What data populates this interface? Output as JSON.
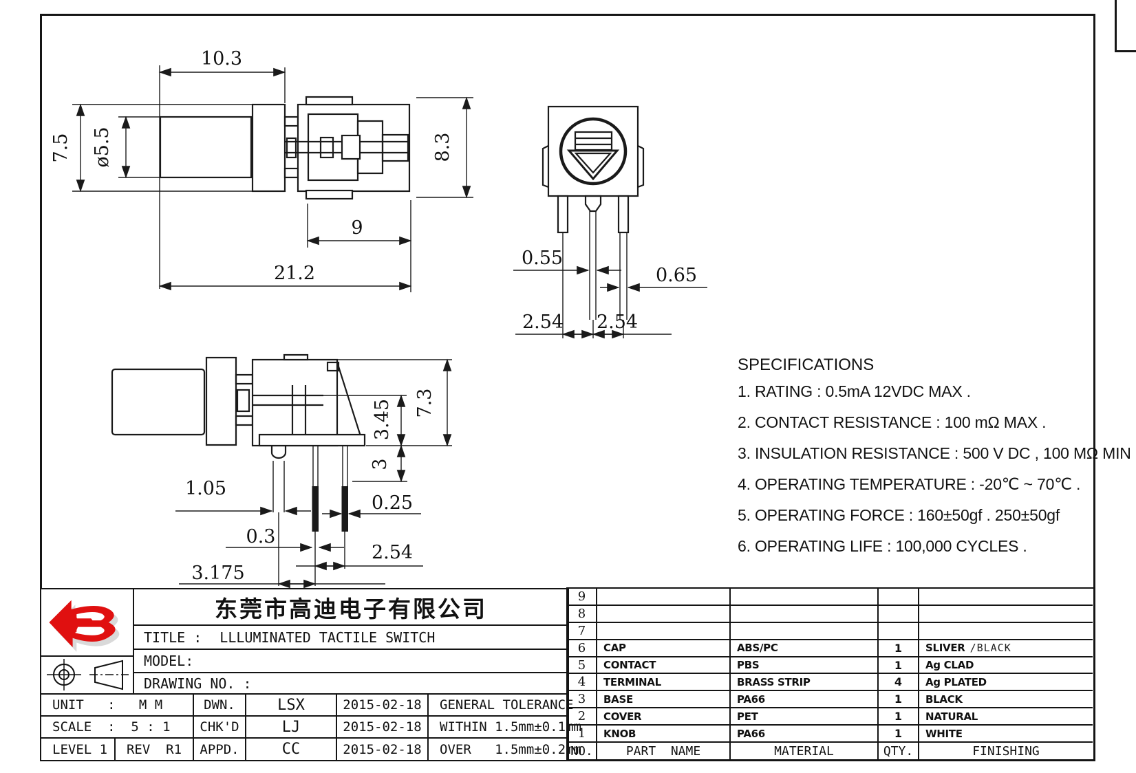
{
  "page": {
    "line_color": "#1a1a1a",
    "logo_color": "#e01010"
  },
  "views": {
    "side": {
      "cap_width": "10.3",
      "cap_flange_height": "7.5",
      "cap_diameter": "ø5.5",
      "body_height": "8.3",
      "body_width": "9",
      "overall_length": "21.2"
    },
    "front": {
      "mid_leg_width": "0.55",
      "right_leg_width": "0.65",
      "pitch_left": "2.54",
      "pitch_right": "2.54"
    },
    "bottom": {
      "led_width": "1.05",
      "leg2_width": "0.3",
      "led_pitch": "3.175",
      "leg3_width": "0.25",
      "leg_pitch": "2.54",
      "h_upper": "3.45",
      "h_lower": "3",
      "total_height": "7.3"
    }
  },
  "specifications": {
    "title": "SPECIFICATIONS",
    "items": [
      "1. RATING : 0.5mA 12VDC MAX .",
      "2. CONTACT RESISTANCE : 100 mΩ MAX .",
      "3. INSULATION RESISTANCE : 500 V DC , 100 MΩ MIN",
      "4. OPERATING TEMPERATURE : -20℃ ~ 70℃ .",
      "5. OPERATING FORCE : 160±50gf . 250±50gf",
      "6. OPERATING LIFE : 100,000 CYCLES ."
    ]
  },
  "title_block": {
    "company": "东莞市高迪电子有限公司",
    "title_label": "TITLE :",
    "title_value": "LLLUMINATED TACTILE SWITCH",
    "model_label": "MODEL:",
    "drawing_label": "DRAWING NO. :",
    "unit_text": "UNIT   :   M M",
    "scale_text": "SCALE  :  5 : 1",
    "level_text": "LEVEL 1",
    "rev_text": "REV  R1",
    "dwn_label": "DWN.",
    "dwn_value": "LSX",
    "dwn_date": "2015-02-18",
    "chk_label": "CHK'D",
    "chk_value": "LJ",
    "chk_date": "2015-02-18",
    "appd_label": "APPD.",
    "appd_value": "CC",
    "appd_date": "2015-02-18",
    "tol_title": "GENERAL TOLERANCE",
    "tol_within": "WITHIN 1.5mm±0.1mm",
    "tol_over": "OVER   1.5mm±0.2mm"
  },
  "parts_table": {
    "headers": {
      "no": "NO.",
      "part": "PART  NAME",
      "material": "MATERIAL",
      "qty": "QTY.",
      "finishing": "FINISHING"
    },
    "rows": [
      {
        "no": "9",
        "part": "",
        "material": "",
        "qty": "",
        "finishing": "",
        "finishing_alt": ""
      },
      {
        "no": "8",
        "part": "",
        "material": "",
        "qty": "",
        "finishing": "",
        "finishing_alt": ""
      },
      {
        "no": "7",
        "part": "",
        "material": "",
        "qty": "",
        "finishing": "",
        "finishing_alt": ""
      },
      {
        "no": "6",
        "part": "CAP",
        "material": "ABS/PC",
        "qty": "1",
        "finishing": "SLIVER",
        "finishing_alt": "/BLACK"
      },
      {
        "no": "5",
        "part": "CONTACT",
        "material": "PBS",
        "qty": "1",
        "finishing": "Ag CLAD",
        "finishing_alt": ""
      },
      {
        "no": "4",
        "part": "TERMINAL",
        "material": "BRASS STRIP",
        "qty": "4",
        "finishing": "Ag PLATED",
        "finishing_alt": ""
      },
      {
        "no": "3",
        "part": "BASE",
        "material": "PA66",
        "qty": "1",
        "finishing": "BLACK",
        "finishing_alt": ""
      },
      {
        "no": "2",
        "part": "COVER",
        "material": "PET",
        "qty": "1",
        "finishing": "NATURAL",
        "finishing_alt": ""
      },
      {
        "no": "1",
        "part": "KNOB",
        "material": "PA66",
        "qty": "1",
        "finishing": "WHITE",
        "finishing_alt": ""
      }
    ]
  }
}
